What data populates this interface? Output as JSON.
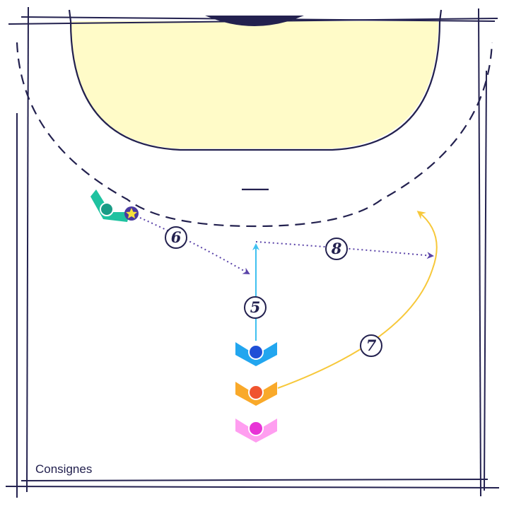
{
  "caption": "Consignes",
  "colors": {
    "line": "#23214f",
    "goal_area": "#fffbc8",
    "pass": "#5a43a8",
    "run_blue": "#3fc0f0",
    "run_yellow": "#f7c83a",
    "ball": "#f7e23a"
  },
  "players": [
    {
      "role": "left-wing",
      "color": "#1fc2a0",
      "has_ball": true
    },
    {
      "role": "blue",
      "color": "#22a6ef"
    },
    {
      "role": "orange",
      "color": "#f9a92a"
    },
    {
      "role": "pink",
      "color": "#ff7fe5"
    }
  ],
  "steps": [
    {
      "label": "5",
      "kind": "run",
      "color": "#3fc0f0"
    },
    {
      "label": "6",
      "kind": "pass",
      "color": "#5a43a8"
    },
    {
      "label": "7",
      "kind": "run",
      "color": "#f7c83a"
    },
    {
      "label": "8",
      "kind": "pass",
      "color": "#5a43a8"
    }
  ]
}
